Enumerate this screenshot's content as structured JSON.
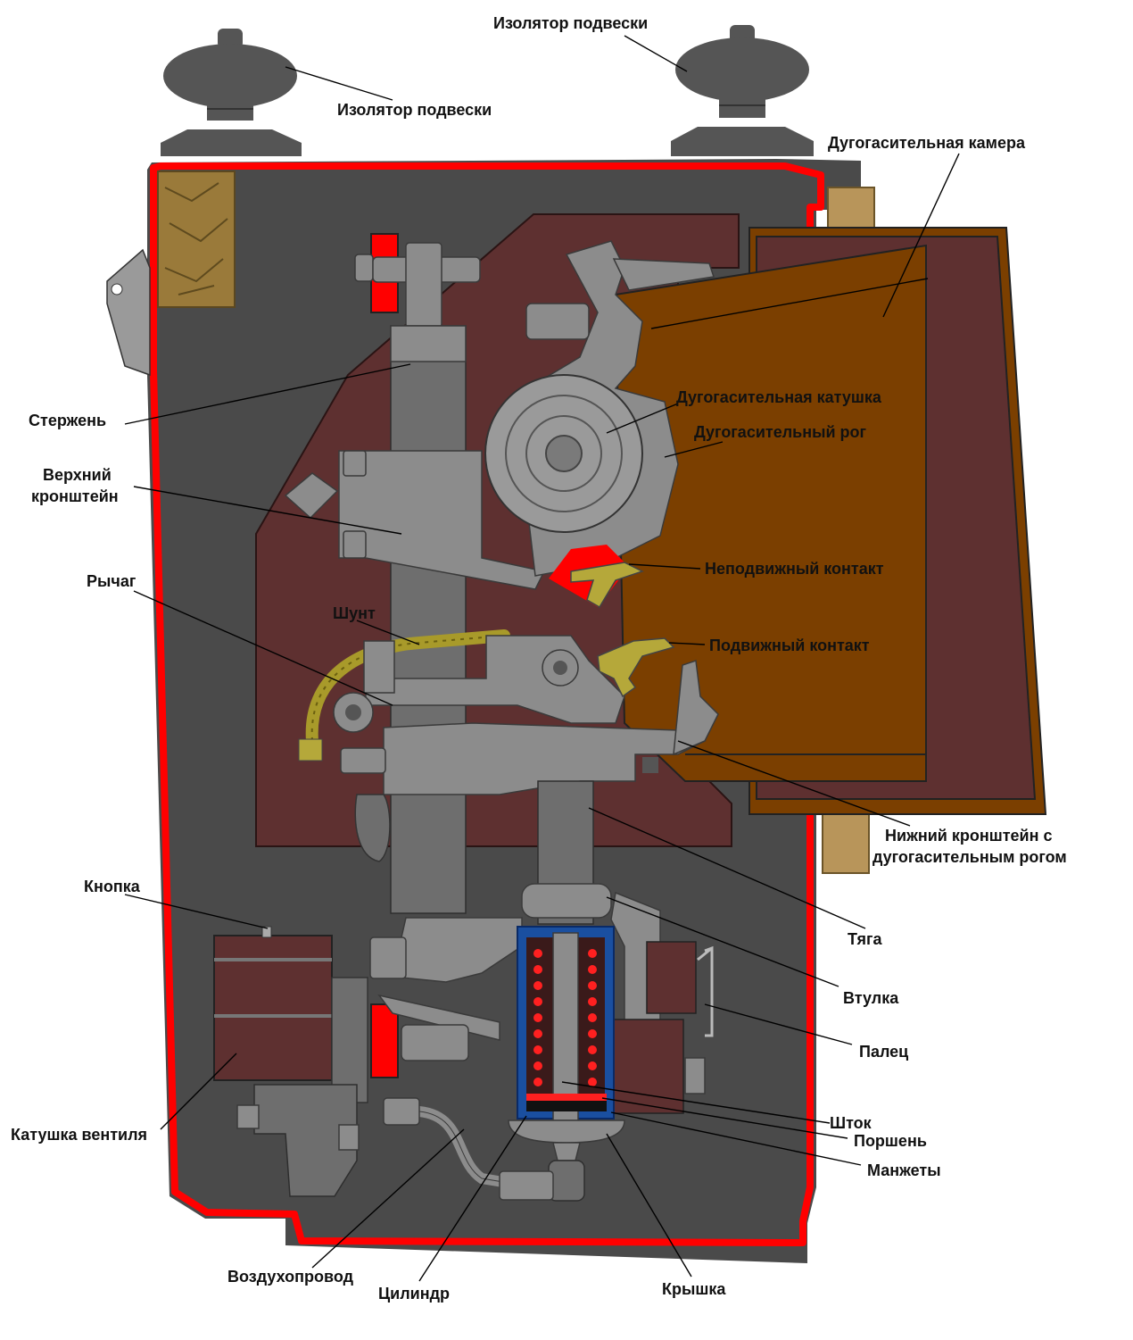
{
  "colors": {
    "housing": "#4a4a4a",
    "housing_outline": "#ff0000",
    "inner_panel": "#5e3030",
    "arc_chute": "#7b3f00",
    "steel": "#8c8c8c",
    "insulator": "#555555",
    "contact": "#b5a83a",
    "cylinder": "#1a4fa0",
    "spring": "#ff2020",
    "wood": "#9a7a3a"
  },
  "labels": {
    "insulator_left": "Изолятор подвески",
    "insulator_right": "Изолятор подвески",
    "arc_chamber": "Дугогасительная камера",
    "arc_coil": "Дугогасительная катушка",
    "arc_horn": "Дугогасительный рог",
    "rod": "Стержень",
    "upper_bracket_line1": "Верхний",
    "upper_bracket_line2": "кронштейн",
    "fixed_contact": "Неподвижный контакт",
    "lever": "Рычаг",
    "shunt": "Шунт",
    "moving_contact": "Подвижный контакт",
    "lower_bracket_line1": "Нижний кронштейн с",
    "lower_bracket_line2": "дугогасительным рогом",
    "button": "Кнопка",
    "pull_rod": "Тяга",
    "bushing": "Втулка",
    "pin": "Палец",
    "valve_coil": "Катушка вентиля",
    "stem": "Шток",
    "piston": "Поршень",
    "cuffs": "Манжеты",
    "air_duct": "Воздухопровод",
    "cylinder": "Цилиндр",
    "cover": "Крышка"
  }
}
